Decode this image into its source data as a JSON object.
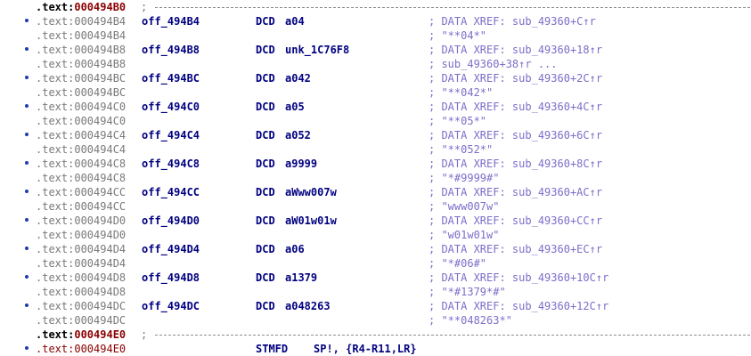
{
  "colors": {
    "address_gray": "#7a7a7a",
    "address_red": "#8b0000",
    "instruction_blue": "#000080",
    "comment_purple": "#7b6fc9",
    "xref_bullet": "#1f3bb3"
  },
  "rows": [
    {
      "bullet": false,
      "addr_prefix": ".text:",
      "addr_num": "000494B0",
      "addr_bold": true,
      "sep": true
    },
    {
      "bullet": true,
      "addr": ".text:000494B4",
      "label": "off_494B4",
      "mnem": "DCD",
      "opnd": "a04",
      "cmt": "; DATA XREF: sub_49360+C↑r"
    },
    {
      "bullet": false,
      "addr": ".text:000494B4",
      "cmt": "; \"**04*\""
    },
    {
      "bullet": true,
      "addr": ".text:000494B8",
      "label": "off_494B8",
      "mnem": "DCD",
      "opnd": "unk_1C76F8",
      "cmt": "; DATA XREF: sub_49360+18↑r"
    },
    {
      "bullet": false,
      "addr": ".text:000494B8",
      "cmt": "; sub_49360+38↑r ..."
    },
    {
      "bullet": true,
      "addr": ".text:000494BC",
      "label": "off_494BC",
      "mnem": "DCD",
      "opnd": "a042",
      "cmt": "; DATA XREF: sub_49360+2C↑r"
    },
    {
      "bullet": false,
      "addr": ".text:000494BC",
      "cmt": "; \"**042*\""
    },
    {
      "bullet": true,
      "addr": ".text:000494C0",
      "label": "off_494C0",
      "mnem": "DCD",
      "opnd": "a05",
      "cmt": "; DATA XREF: sub_49360+4C↑r"
    },
    {
      "bullet": false,
      "addr": ".text:000494C0",
      "cmt": "; \"**05*\""
    },
    {
      "bullet": true,
      "addr": ".text:000494C4",
      "label": "off_494C4",
      "mnem": "DCD",
      "opnd": "a052",
      "cmt": "; DATA XREF: sub_49360+6C↑r"
    },
    {
      "bullet": false,
      "addr": ".text:000494C4",
      "cmt": "; \"**052*\""
    },
    {
      "bullet": true,
      "addr": ".text:000494C8",
      "label": "off_494C8",
      "mnem": "DCD",
      "opnd": "a9999",
      "cmt": "; DATA XREF: sub_49360+8C↑r"
    },
    {
      "bullet": false,
      "addr": ".text:000494C8",
      "cmt": "; \"*#9999#\""
    },
    {
      "bullet": true,
      "addr": ".text:000494CC",
      "label": "off_494CC",
      "mnem": "DCD",
      "opnd": "aWww007w",
      "cmt": "; DATA XREF: sub_49360+AC↑r"
    },
    {
      "bullet": false,
      "addr": ".text:000494CC",
      "cmt": "; \"www007w\""
    },
    {
      "bullet": true,
      "addr": ".text:000494D0",
      "label": "off_494D0",
      "mnem": "DCD",
      "opnd": "aW01w01w",
      "cmt": "; DATA XREF: sub_49360+CC↑r"
    },
    {
      "bullet": false,
      "addr": ".text:000494D0",
      "cmt": "; \"w01w01w\""
    },
    {
      "bullet": true,
      "addr": ".text:000494D4",
      "label": "off_494D4",
      "mnem": "DCD",
      "opnd": "a06",
      "cmt": "; DATA XREF: sub_49360+EC↑r"
    },
    {
      "bullet": false,
      "addr": ".text:000494D4",
      "cmt": "; \"*#06#\""
    },
    {
      "bullet": true,
      "addr": ".text:000494D8",
      "label": "off_494D8",
      "mnem": "DCD",
      "opnd": "a1379",
      "cmt": "; DATA XREF: sub_49360+10C↑r"
    },
    {
      "bullet": false,
      "addr": ".text:000494D8",
      "cmt": "; \"*#1379*#\""
    },
    {
      "bullet": true,
      "addr": ".text:000494DC",
      "label": "off_494DC",
      "mnem": "DCD",
      "opnd": "a048263",
      "cmt": "; DATA XREF: sub_49360+12C↑r"
    },
    {
      "bullet": false,
      "addr": ".text:000494DC",
      "cmt": "; \"**048263*\""
    },
    {
      "bullet": false,
      "addr_prefix": ".text:",
      "addr_num": "000494E0",
      "addr_bold": true,
      "sep": true
    },
    {
      "bullet": true,
      "addr": ".text:000494E0",
      "addr_red": true,
      "mnem": "STMFD",
      "stmfd_opnd": "SP!, {R4-R11,LR}"
    }
  ],
  "separator_text": "; "
}
